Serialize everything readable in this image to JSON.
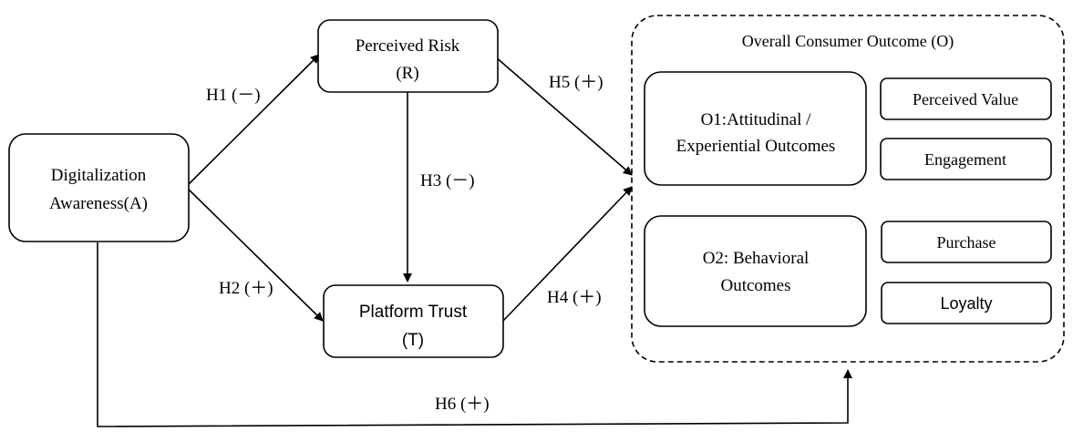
{
  "nodes": {
    "awareness": {
      "line1": "Digitalization",
      "line2": "Awareness(A)"
    },
    "risk": {
      "line1": "Perceived Risk",
      "line2": "(R)"
    },
    "trust": {
      "line1": "Platform Trust",
      "line2": "(T)"
    },
    "outcome_group": {
      "title": "Overall Consumer Outcome (O)"
    },
    "o1": {
      "line1": "O1:Attitudinal /",
      "line2": "Experiential Outcomes"
    },
    "o2": {
      "line1": "O2: Behavioral",
      "line2": "Outcomes"
    },
    "perceived_value": {
      "label": "Perceived Value"
    },
    "engagement": {
      "label": "Engagement"
    },
    "purchase": {
      "label": "Purchase"
    },
    "loyalty": {
      "label": "Loyalty"
    }
  },
  "hypotheses": {
    "h1": "H1 (－)",
    "h2": "H2 (＋)",
    "h3": "H3 (－)",
    "h4": "H4 (＋)",
    "h5": "H5 (＋)",
    "h6": "H6 (＋)"
  }
}
